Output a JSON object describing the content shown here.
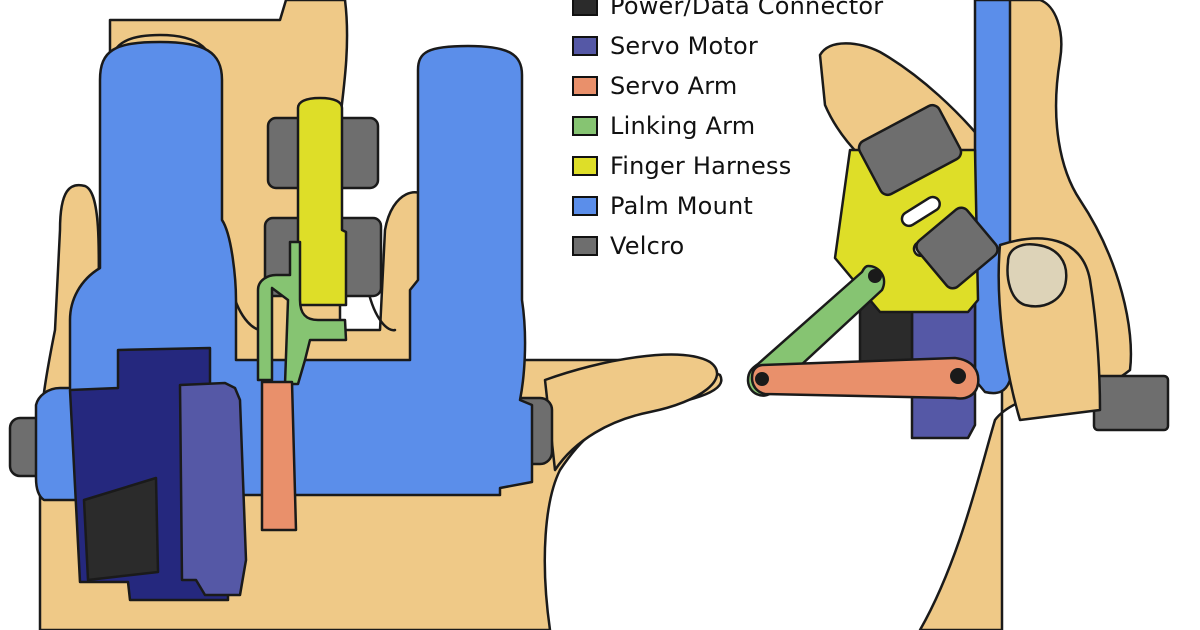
{
  "legend": {
    "items": [
      {
        "label": "Power/Data Connector",
        "color": "#2b2b2b",
        "icon": "connector-swatch"
      },
      {
        "label": "Servo Motor",
        "color": "#5558a6",
        "icon": "servo-motor-swatch"
      },
      {
        "label": "Servo Arm",
        "color": "#e9906b",
        "icon": "servo-arm-swatch"
      },
      {
        "label": "Linking Arm",
        "color": "#86c472",
        "icon": "linking-arm-swatch"
      },
      {
        "label": "Finger Harness",
        "color": "#dede28",
        "icon": "finger-harness-swatch"
      },
      {
        "label": "Palm Mount",
        "color": "#5b8eea",
        "icon": "palm-mount-swatch"
      },
      {
        "label": "Velcro",
        "color": "#6e6e6e",
        "icon": "velcro-swatch"
      }
    ]
  },
  "colors": {
    "skin": "#efc987",
    "nail": "#ddd3b8",
    "servo_dark": "#25287e",
    "outline": "#1a1a1a"
  }
}
